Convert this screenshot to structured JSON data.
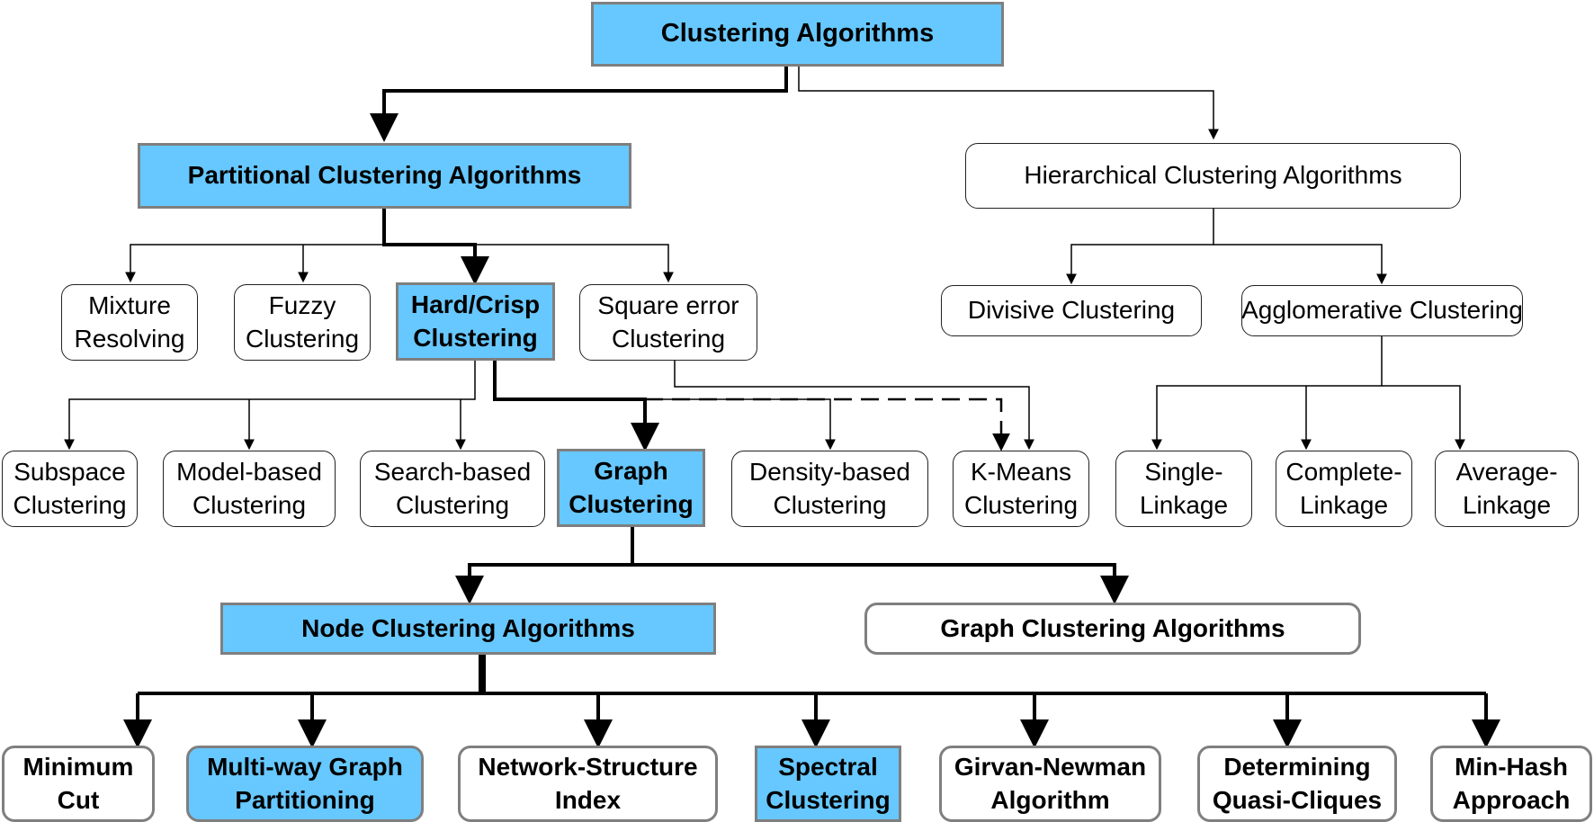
{
  "root": {
    "label": "Clustering Algorithms"
  },
  "partitional": {
    "label": "Partitional Clustering Algorithms"
  },
  "hierarchical": {
    "label": "Hierarchical Clustering Algorithms"
  },
  "mixture": {
    "line1": "Mixture",
    "line2": "Resolving"
  },
  "fuzzy": {
    "line1": "Fuzzy",
    "line2": "Clustering"
  },
  "hardcrisp": {
    "line1": "Hard/Crisp",
    "line2": "Clustering"
  },
  "squareerror": {
    "line1": "Square error",
    "line2": "Clustering"
  },
  "divisive": {
    "label": "Divisive Clustering"
  },
  "agglomerative": {
    "label": "Agglomerative Clustering"
  },
  "subspace": {
    "line1": "Subspace",
    "line2": "Clustering"
  },
  "modelbased": {
    "line1": "Model-based",
    "line2": "Clustering"
  },
  "searchbased": {
    "line1": "Search-based",
    "line2": "Clustering"
  },
  "graph": {
    "line1": "Graph",
    "line2": "Clustering"
  },
  "densitybased": {
    "line1": "Density-based",
    "line2": "Clustering"
  },
  "kmeans": {
    "line1": "K-Means",
    "line2": "Clustering"
  },
  "singlelinkage": {
    "line1": "Single-",
    "line2": "Linkage"
  },
  "completelinkage": {
    "line1": "Complete-",
    "line2": "Linkage"
  },
  "averagelinkage": {
    "line1": "Average-",
    "line2": "Linkage"
  },
  "nodeclustering": {
    "label": "Node Clustering Algorithms"
  },
  "graphclusteringalgs": {
    "label": "Graph Clustering Algorithms"
  },
  "mincut": {
    "line1": "Minimum",
    "line2": "Cut"
  },
  "multiway": {
    "line1": "Multi-way Graph",
    "line2": "Partitioning"
  },
  "networkstructure": {
    "line1": "Network-Structure",
    "line2": "Index"
  },
  "spectral": {
    "line1": "Spectral",
    "line2": "Clustering"
  },
  "girvan": {
    "line1": "Girvan-Newman",
    "line2": "Algorithm"
  },
  "quasicliques": {
    "line1": "Determining",
    "line2": "Quasi-Cliques"
  },
  "minhash": {
    "line1": "Min-Hash",
    "line2": "Approach"
  },
  "colors": {
    "highlight_fill": "#66c8ff",
    "highlight_border": "#7f7f7f",
    "line": "#000000"
  }
}
